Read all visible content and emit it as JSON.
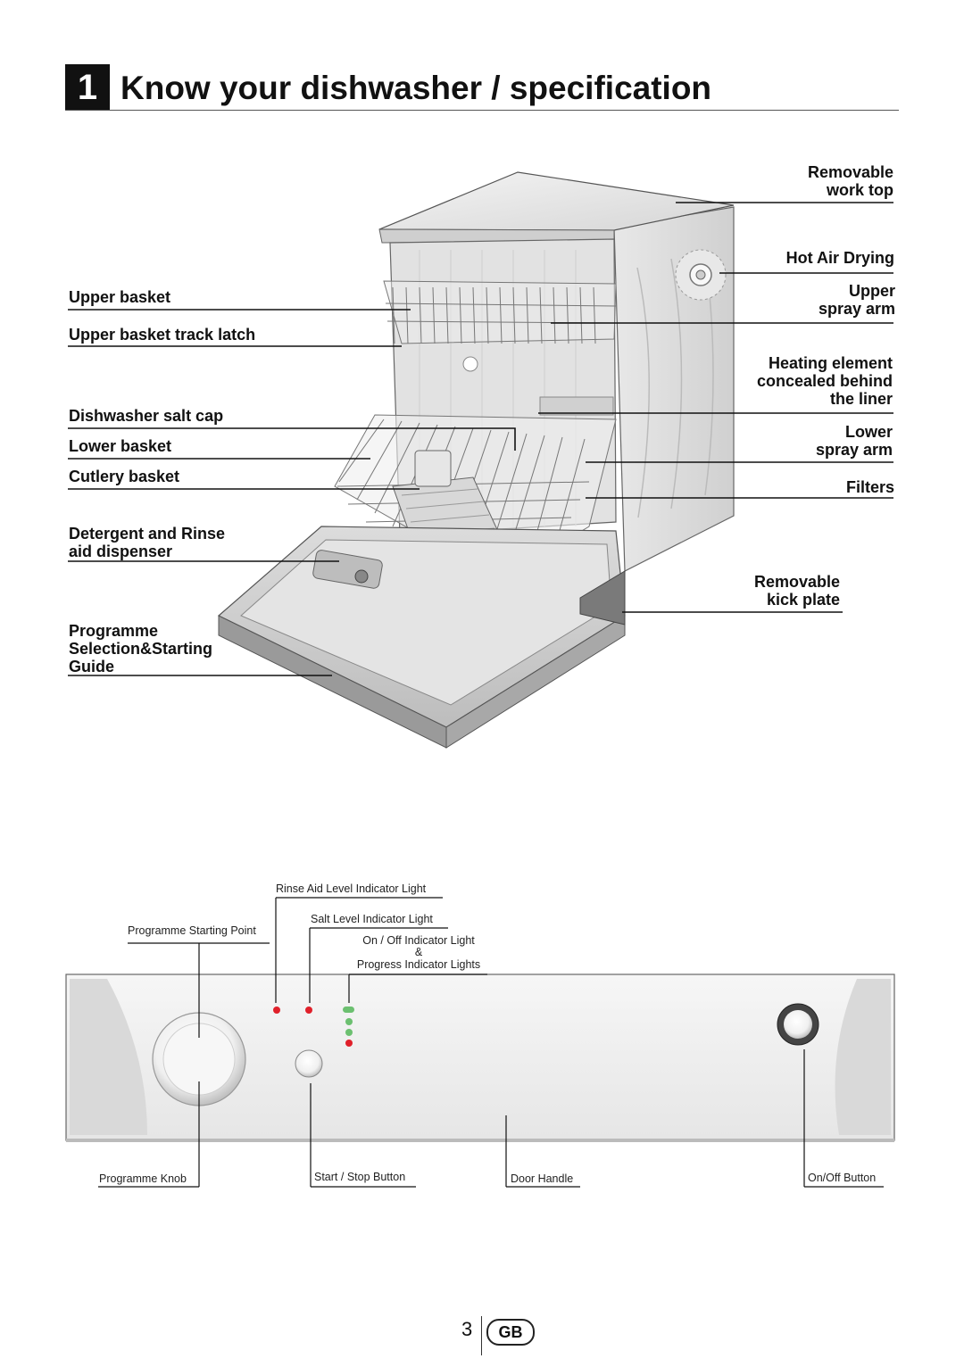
{
  "header": {
    "section_number": "1",
    "title": "Know your dishwasher / specification"
  },
  "diagram_labels": {
    "removable_work_top": [
      "Removable",
      "work top"
    ],
    "hot_air_drying": "Hot Air Drying",
    "upper_spray_arm": [
      "Upper",
      "spray arm"
    ],
    "heating_element": [
      "Heating element",
      "concealed behind",
      "the liner"
    ],
    "lower_spray_arm": [
      "Lower",
      "spray arm"
    ],
    "filters": "Filters",
    "removable_kick_plate": [
      "Removable",
      "kick plate"
    ],
    "upper_basket": "Upper basket",
    "upper_basket_track_latch": "Upper basket track latch",
    "dishwasher_salt_cap": "Dishwasher salt cap",
    "lower_basket": "Lower basket",
    "cutlery_basket": "Cutlery basket",
    "detergent_dispenser": [
      "Detergent and Rinse",
      "aid dispenser"
    ],
    "programme_guide": [
      "Programme",
      "Selection&Starting",
      "Guide"
    ]
  },
  "panel_labels": {
    "rinse_aid_level": "Rinse Aid Level Indicator Light",
    "salt_level": "Salt Level Indicator Light",
    "programme_starting_point": "Programme Starting Point",
    "on_off_indicator": [
      "On / Off Indicator Light",
      "&",
      "Progress Indicator Lights"
    ],
    "programme_knob": "Programme Knob",
    "start_stop_button": "Start / Stop Button",
    "door_handle": "Door Handle",
    "on_off_button": "On/Off Button"
  },
  "colors": {
    "indicator_red": "#e0202a",
    "indicator_green": "#6cc070"
  },
  "footer": {
    "page_number": "3",
    "country_code": "GB"
  }
}
